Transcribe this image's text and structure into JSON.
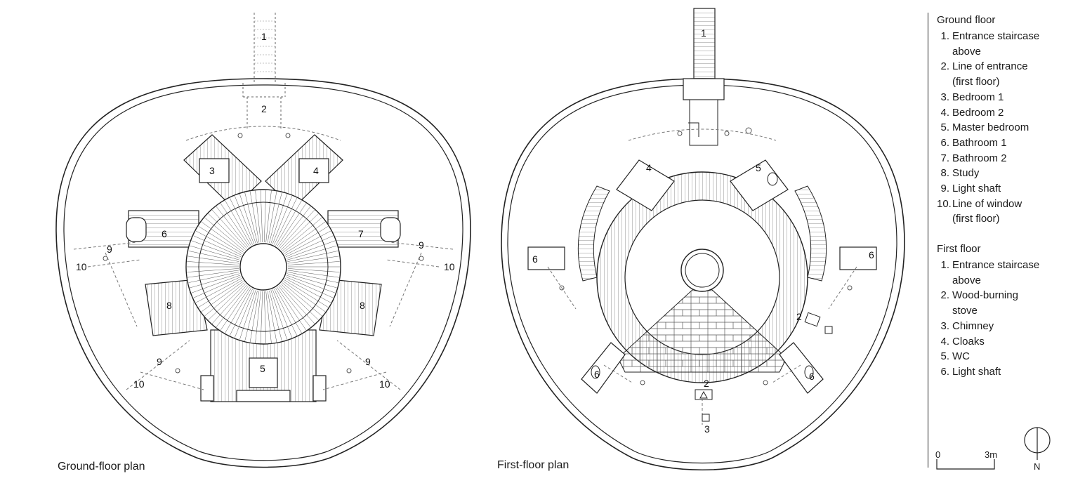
{
  "plans": {
    "ground": {
      "caption": "Ground-floor plan",
      "labels": [
        "1",
        "2",
        "3",
        "4",
        "5",
        "6",
        "7",
        "8",
        "8",
        "9",
        "9",
        "9",
        "9",
        "10",
        "10",
        "10",
        "10"
      ]
    },
    "first": {
      "caption": "First-floor plan",
      "labels": [
        "1",
        "2",
        "2",
        "3",
        "4",
        "5",
        "6",
        "6",
        "6",
        "6"
      ]
    }
  },
  "legend": {
    "ground_title": "Ground floor",
    "ground_items": [
      {
        "num": "1.",
        "text": "Entrance staircase",
        "cont": "above"
      },
      {
        "num": "2.",
        "text": "Line of entrance",
        "cont": "(first floor)"
      },
      {
        "num": "3.",
        "text": "Bedroom 1"
      },
      {
        "num": "4.",
        "text": "Bedroom 2"
      },
      {
        "num": "5.",
        "text": "Master bedroom"
      },
      {
        "num": "6.",
        "text": "Bathroom 1"
      },
      {
        "num": "7.",
        "text": "Bathroom 2"
      },
      {
        "num": "8.",
        "text": "Study"
      },
      {
        "num": "9.",
        "text": "Light shaft"
      },
      {
        "num": "10.",
        "text": "Line of window",
        "cont": "(first floor)"
      }
    ],
    "first_title": "First floor",
    "first_items": [
      {
        "num": "1.",
        "text": "Entrance staircase",
        "cont": "above"
      },
      {
        "num": "2.",
        "text": "Wood-burning",
        "cont": "stove"
      },
      {
        "num": "3.",
        "text": "Chimney"
      },
      {
        "num": "4.",
        "text": "Cloaks"
      },
      {
        "num": "5.",
        "text": "WC"
      },
      {
        "num": "6.",
        "text": "Light shaft"
      }
    ],
    "scale": {
      "start": "0",
      "end": "3m"
    },
    "north": "N"
  }
}
